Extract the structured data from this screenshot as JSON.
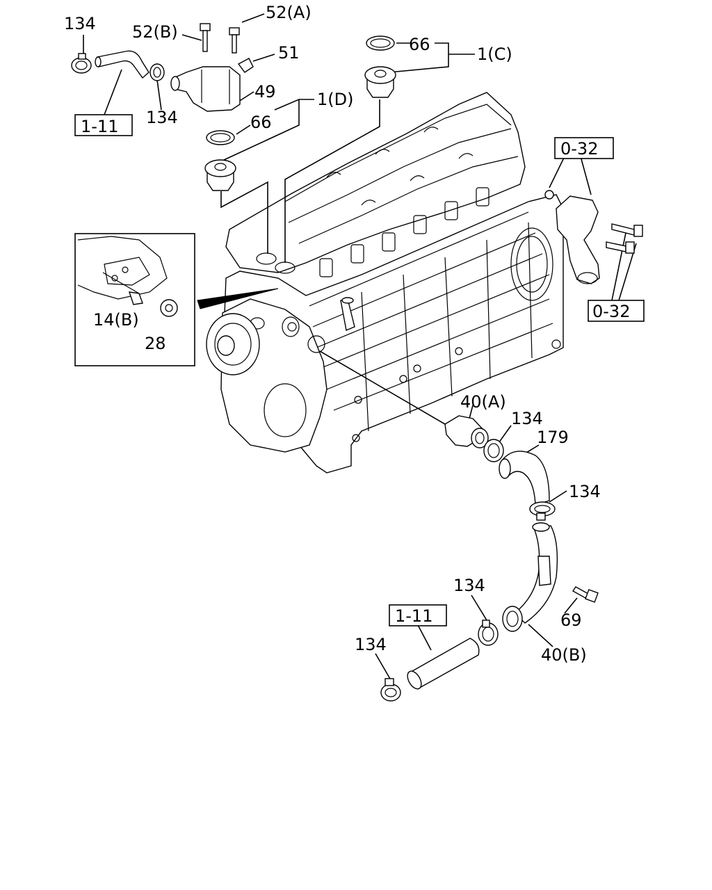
{
  "labels": {
    "l134_a": "134",
    "l52b": "52(B)",
    "l52a": "52(A)",
    "l51": "51",
    "l49": "49",
    "l134_b": "134",
    "l66_a": "66",
    "l1c": "1(C)",
    "l1d": "1(D)",
    "l66_b": "66",
    "l032_a": "0-32",
    "l032_b": "0-32",
    "l14b": "14(B)",
    "l28": "28",
    "l40a": "40(A)",
    "l134_c": "134",
    "l179": "179",
    "l134_d": "134",
    "l69": "69",
    "l40b": "40(B)",
    "l134_e": "134",
    "l134_f": "134"
  },
  "references": {
    "ref111_a": "1-11",
    "ref111_b": "1-11"
  }
}
